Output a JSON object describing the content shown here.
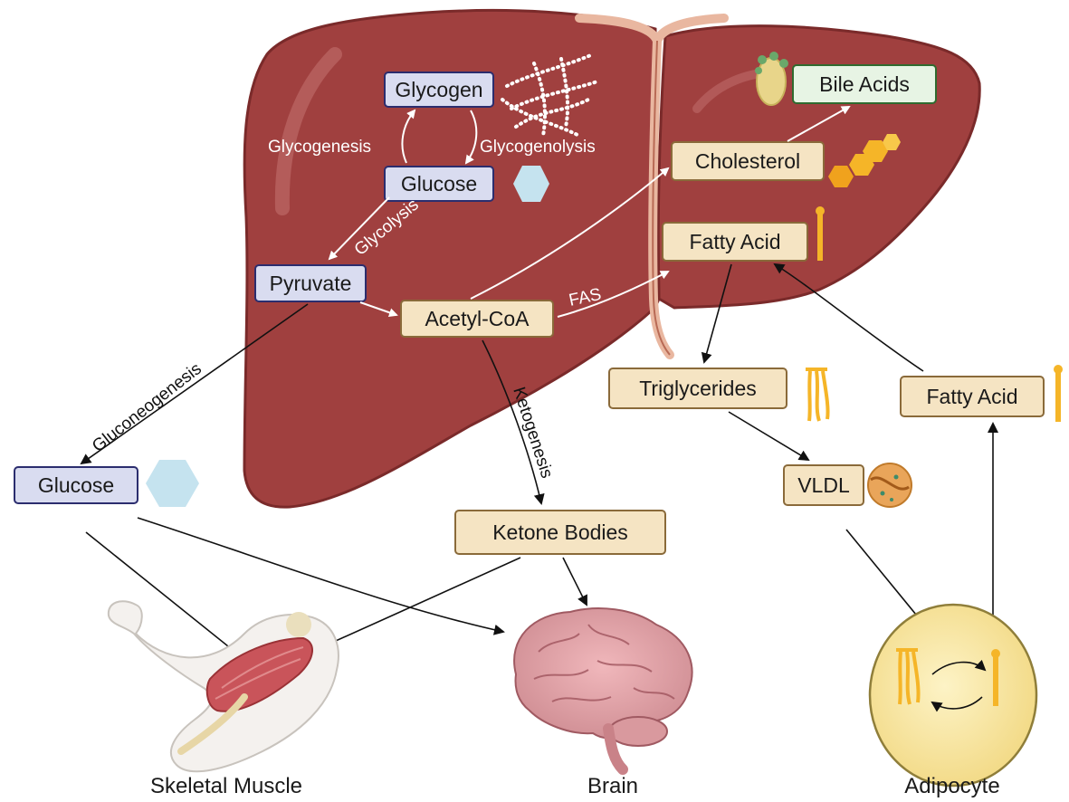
{
  "boxes": {
    "glycogen": "Glycogen",
    "glucose_liver": "Glucose",
    "pyruvate": "Pyruvate",
    "acetyl_coa": "Acetyl-CoA",
    "bile_acids": "Bile Acids",
    "cholesterol": "Cholesterol",
    "fatty_acid_liver": "Fatty Acid",
    "triglycerides": "Triglycerides",
    "fatty_acid_adipo": "Fatty Acid",
    "vldl": "VLDL",
    "glucose_blood": "Glucose",
    "ketone_bodies": "Ketone Bodies"
  },
  "processes": {
    "glycogenesis": "Glycogenesis",
    "glycogenolysis": "Glycogenolysis",
    "glycolysis": "Glycolysis",
    "fas": "FAS",
    "gluconeogenesis": "Gluconeogenesis",
    "ketogenesis": "Ketogenesis"
  },
  "organs": {
    "skeletal_muscle": "Skeletal Muscle",
    "brain": "Brain",
    "adipocyte": "Adipocyte"
  },
  "colors": {
    "liver": "#a0403f",
    "liver_outline": "#7a2a2a",
    "carb_box": "#d9dcf0",
    "lipid_box": "#f5e4c3",
    "bile_box": "#e7f4e4",
    "glucose_hex": "#c5e3ef",
    "adipocyte": "#fbeaa8"
  }
}
